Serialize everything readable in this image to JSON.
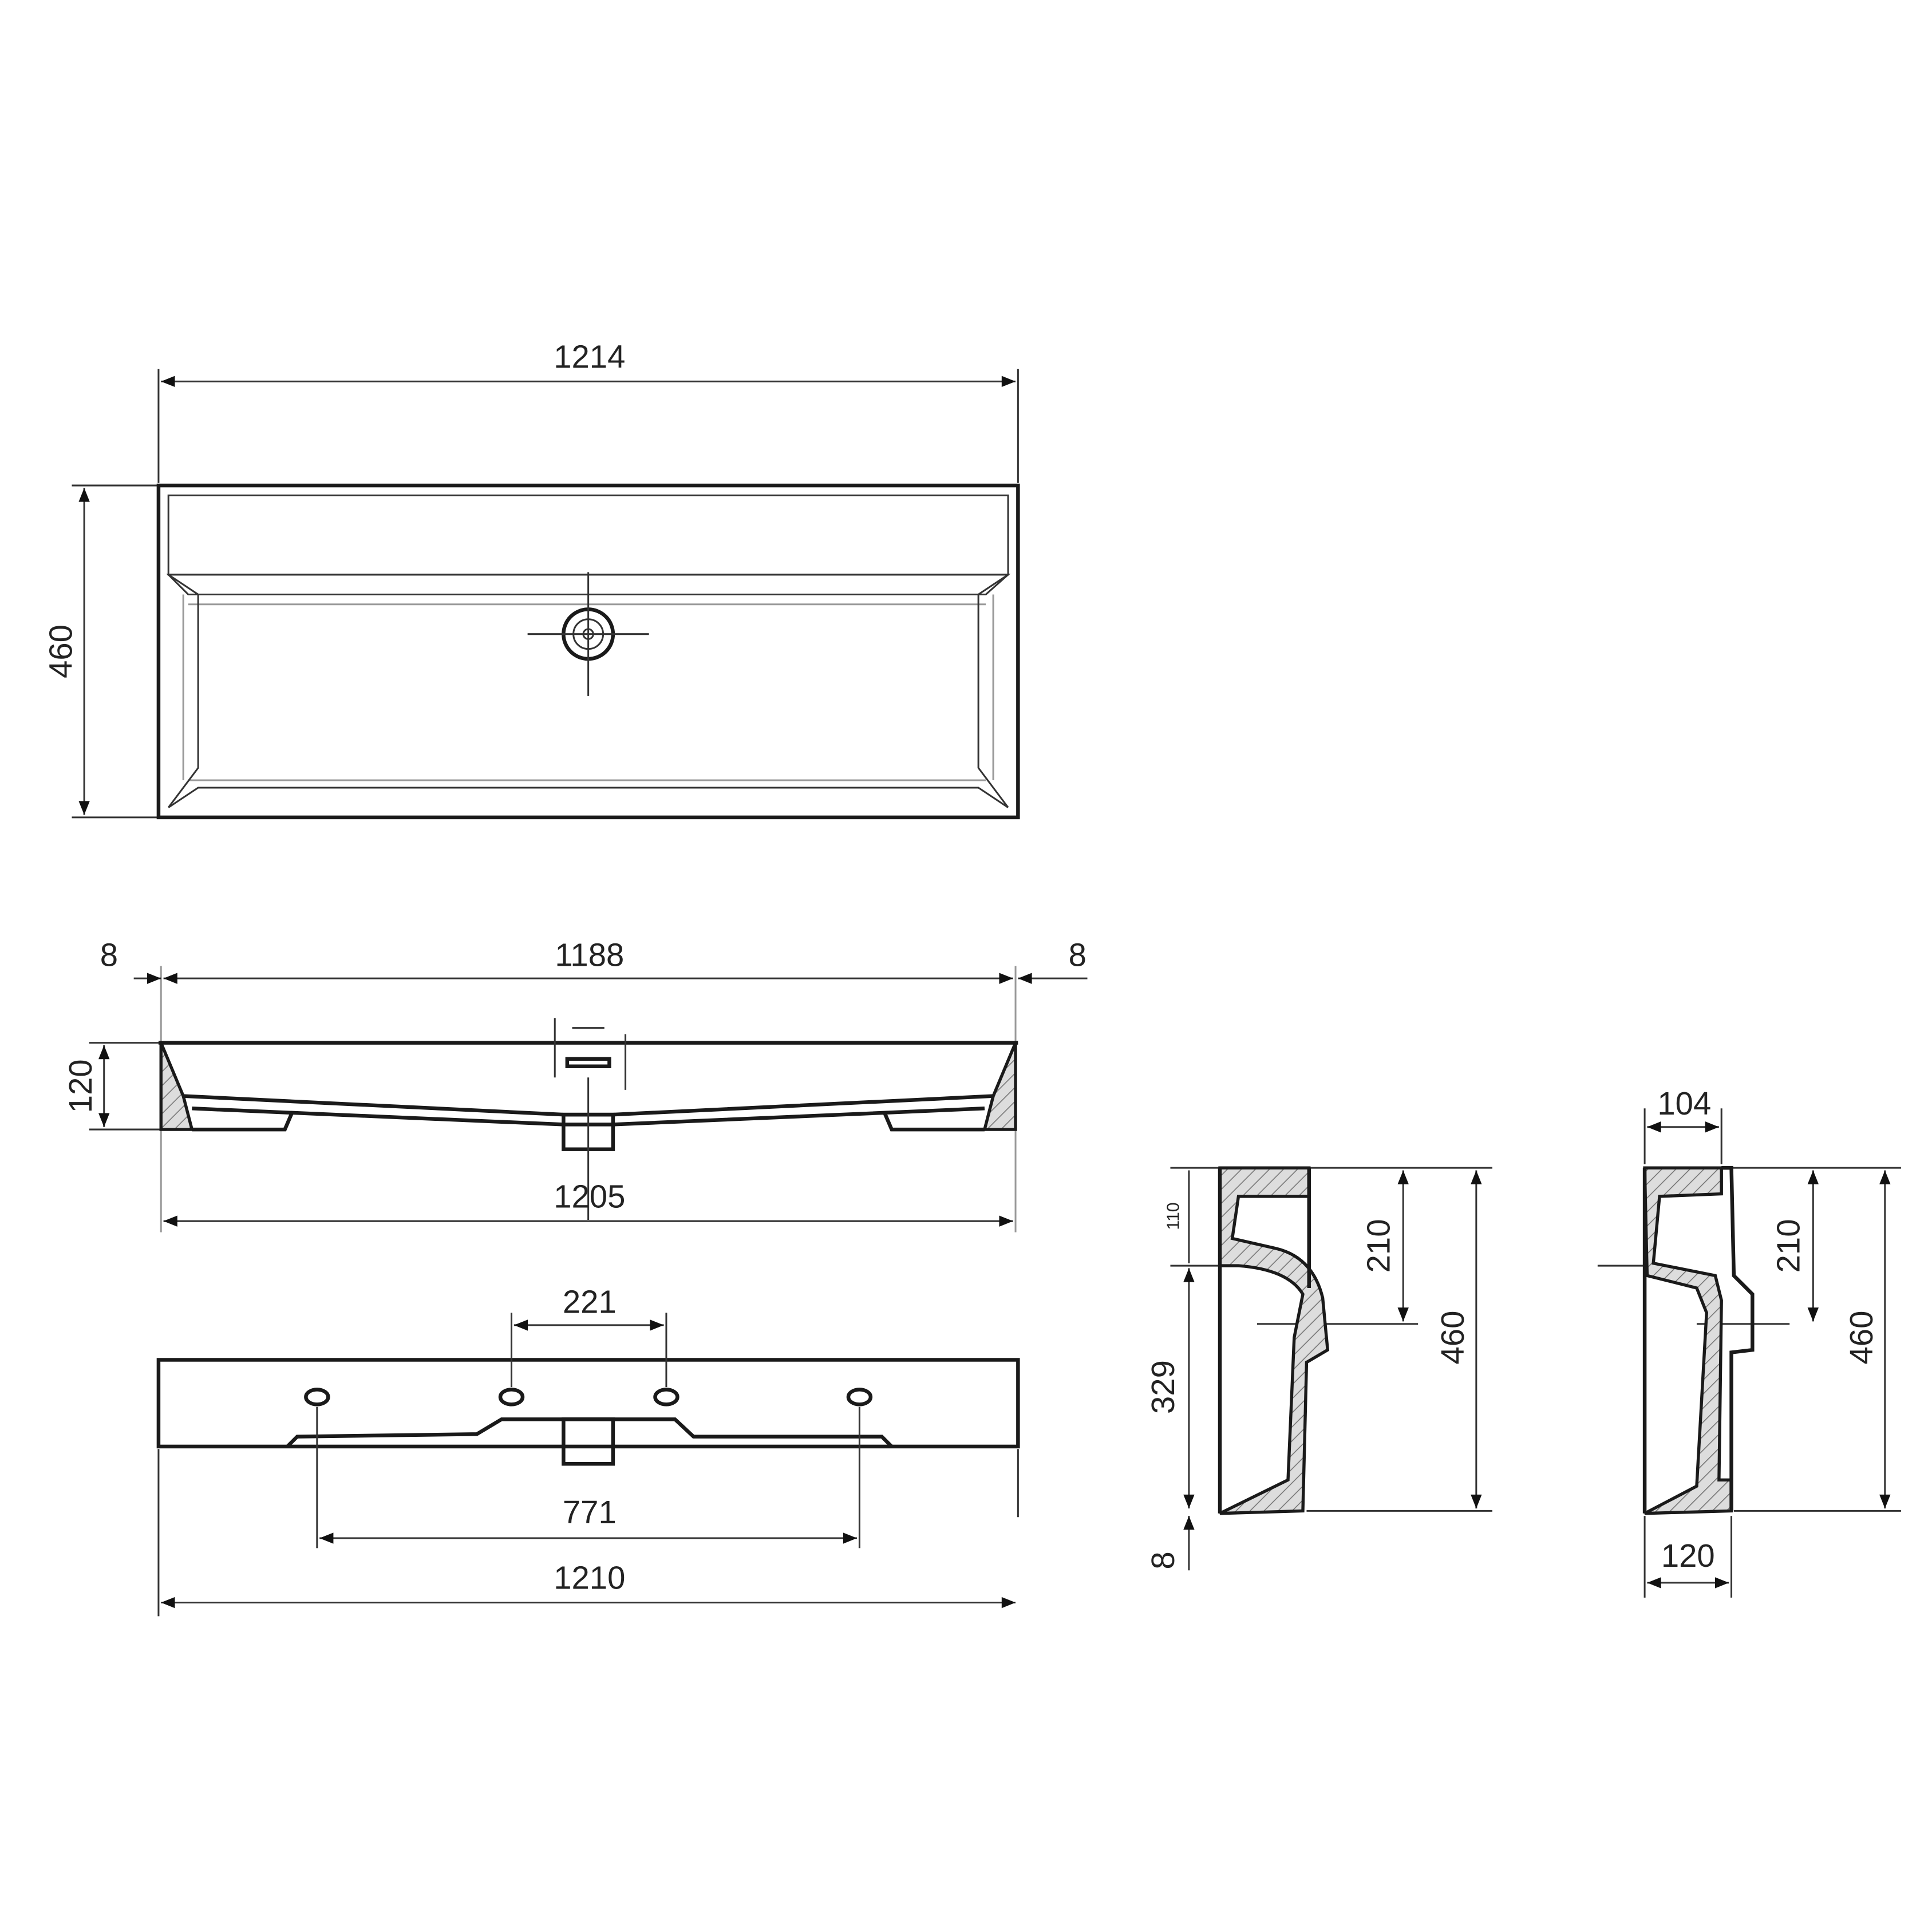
{
  "drawing": {
    "top_view": {
      "width": "1214",
      "depth": "460"
    },
    "front_section": {
      "left_offset": "8",
      "inner_width": "1188",
      "right_offset": "8",
      "height": "120",
      "bottom_width": "1205"
    },
    "rear_view": {
      "hole_spacing_inner": "221",
      "hole_spacing_outer": "771",
      "overall_width": "1210"
    },
    "side_section_a": {
      "top_depth": "110",
      "drain_height": "210",
      "lower_height": "329",
      "total_height": "460",
      "bottom_offset": "8"
    },
    "side_section_b": {
      "top_width": "104",
      "drain_height": "210",
      "total_height": "460",
      "bottom_width": "120"
    }
  },
  "colors": {
    "line": "#222222",
    "background": "#ffffff"
  }
}
